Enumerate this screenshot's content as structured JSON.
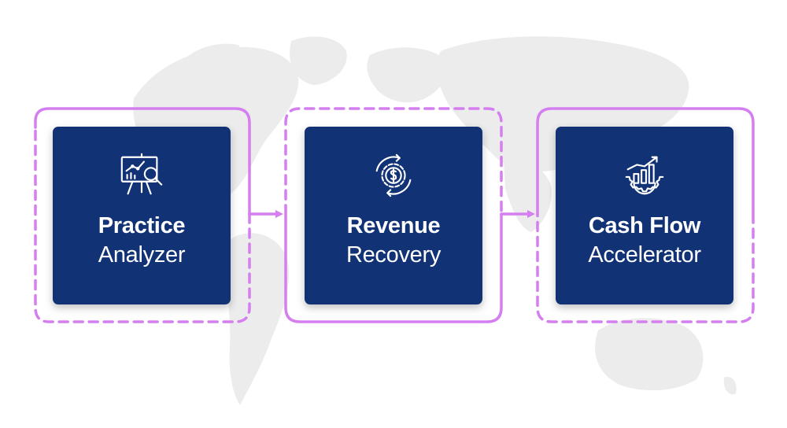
{
  "colors": {
    "card_fill": "#123276",
    "frame_stroke": "#d57ef0",
    "map_fill": "#ececec",
    "text": "#ffffff"
  },
  "steps": [
    {
      "title": "Practice",
      "subtitle": "Analyzer",
      "icon": "presentation-chart-magnifier-icon"
    },
    {
      "title": "Revenue",
      "subtitle": "Recovery",
      "icon": "dollar-gear-cycle-icon"
    },
    {
      "title": "Cash Flow",
      "subtitle": "Accelerator",
      "icon": "growth-chart-gear-icon"
    }
  ]
}
